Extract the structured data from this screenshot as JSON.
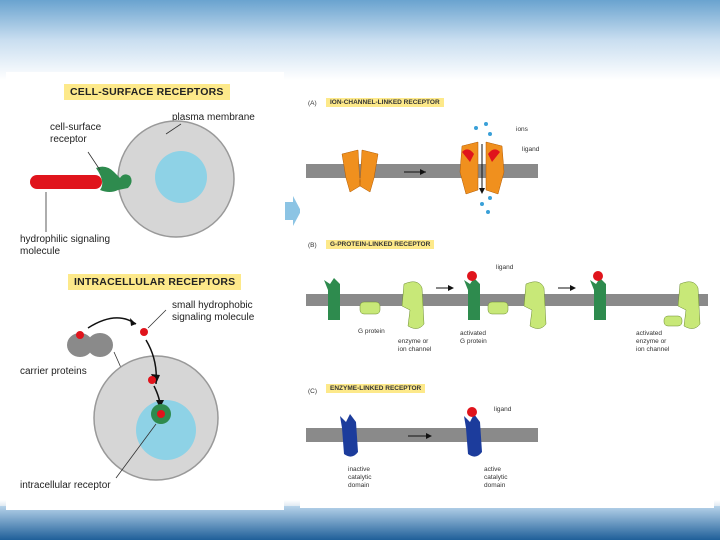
{
  "left": {
    "cell_surface_title": "CELL-SURFACE RECEPTORS",
    "intracellular_title": "INTRACELLULAR RECEPTORS",
    "labels": {
      "plasma_membrane": "plasma membrane",
      "cell_surface_receptor_1": "cell-surface",
      "cell_surface_receptor_2": "receptor",
      "hydrophilic_1": "hydrophilic signaling",
      "hydrophilic_2": "molecule",
      "small_hydrophobic_1": "small hydrophobic",
      "small_hydrophobic_2": "signaling molecule",
      "carrier_proteins": "carrier proteins",
      "intracellular_receptor": "intracellular receptor"
    }
  },
  "right": {
    "A": {
      "letter": "(A)",
      "title": "ION-CHANNEL-LINKED RECEPTOR",
      "ions": "ions",
      "ligand": "ligand"
    },
    "B": {
      "letter": "(B)",
      "title": "G-PROTEIN-LINKED RECEPTOR",
      "ligand": "ligand",
      "g_protein": "G protein",
      "enzyme_1": "enzyme or",
      "enzyme_2": "ion channel",
      "activated_g_1": "activated",
      "activated_g_2": "G protein",
      "activated_e_1": "activated",
      "activated_e_2": "enzyme or",
      "activated_e_3": "ion channel"
    },
    "C": {
      "letter": "(C)",
      "title": "ENZYME-LINKED RECEPTOR",
      "ligand": "ligand",
      "inactive_1": "inactive",
      "inactive_2": "catalytic",
      "inactive_3": "domain",
      "active_1": "active",
      "active_2": "catalytic",
      "active_3": "domain"
    }
  },
  "colors": {
    "membrane": "#8a8a8a",
    "cell": "#d6d6d6",
    "nucleus": "#8ed2e6",
    "receptor_green": "#2e8b4e",
    "ligand_red": "#e0141c",
    "ion_channel_orange": "#f0901e",
    "light_green": "#c8e878",
    "enzyme_blue": "#1c3c9c",
    "title_box": "#fde98a"
  }
}
